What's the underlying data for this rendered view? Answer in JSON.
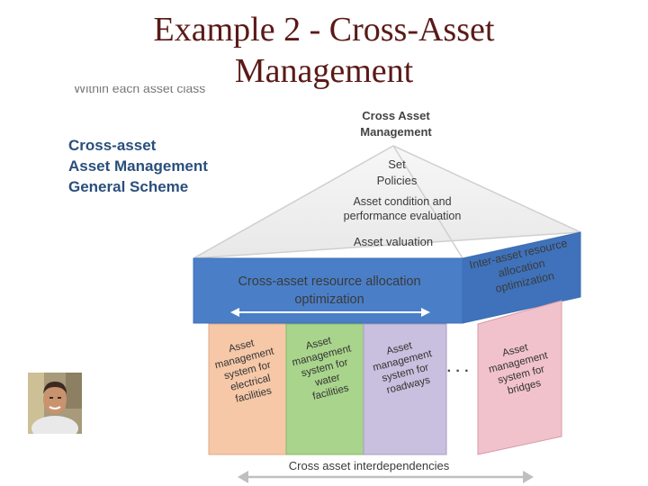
{
  "title": {
    "line1": "Example 2 - Cross-Asset",
    "line2": "Management"
  },
  "cut_off_text": "Within each asset class",
  "scheme_label": [
    "Cross-asset",
    "Asset Management",
    "General Scheme"
  ],
  "roof": {
    "apex_label": [
      "Cross Asset",
      "Management"
    ],
    "set_policies": [
      "Set",
      "Policies"
    ],
    "condition_eval": [
      "Asset condition and",
      "performance evaluation"
    ],
    "valuation": "Asset valuation"
  },
  "band": {
    "allocation": [
      "Cross-asset resource allocation",
      "optimization"
    ],
    "inter_asset": [
      "Inter-asset resource",
      "allocation",
      "optimization"
    ]
  },
  "pillars": [
    {
      "lines": [
        "Asset",
        "management",
        "system for",
        "electrical",
        "facilities"
      ],
      "color": "#f6c8a8"
    },
    {
      "lines": [
        "Asset",
        "management",
        "system for",
        "water",
        "facilities"
      ],
      "color": "#a9d48c"
    },
    {
      "lines": [
        "Asset",
        "management",
        "system for",
        "roadways"
      ],
      "color": "#c9bfde"
    },
    {
      "lines": [
        "Asset",
        "management",
        "system for",
        "bridges"
      ],
      "color": "#f2c2cc"
    }
  ],
  "ellipsis": "· · ·",
  "base": "Cross asset interdependencies",
  "colors": {
    "title": "#5a1a17",
    "label": "#2a4f7c",
    "band": "#4a7fc8",
    "roof": "#f2f2f2"
  }
}
